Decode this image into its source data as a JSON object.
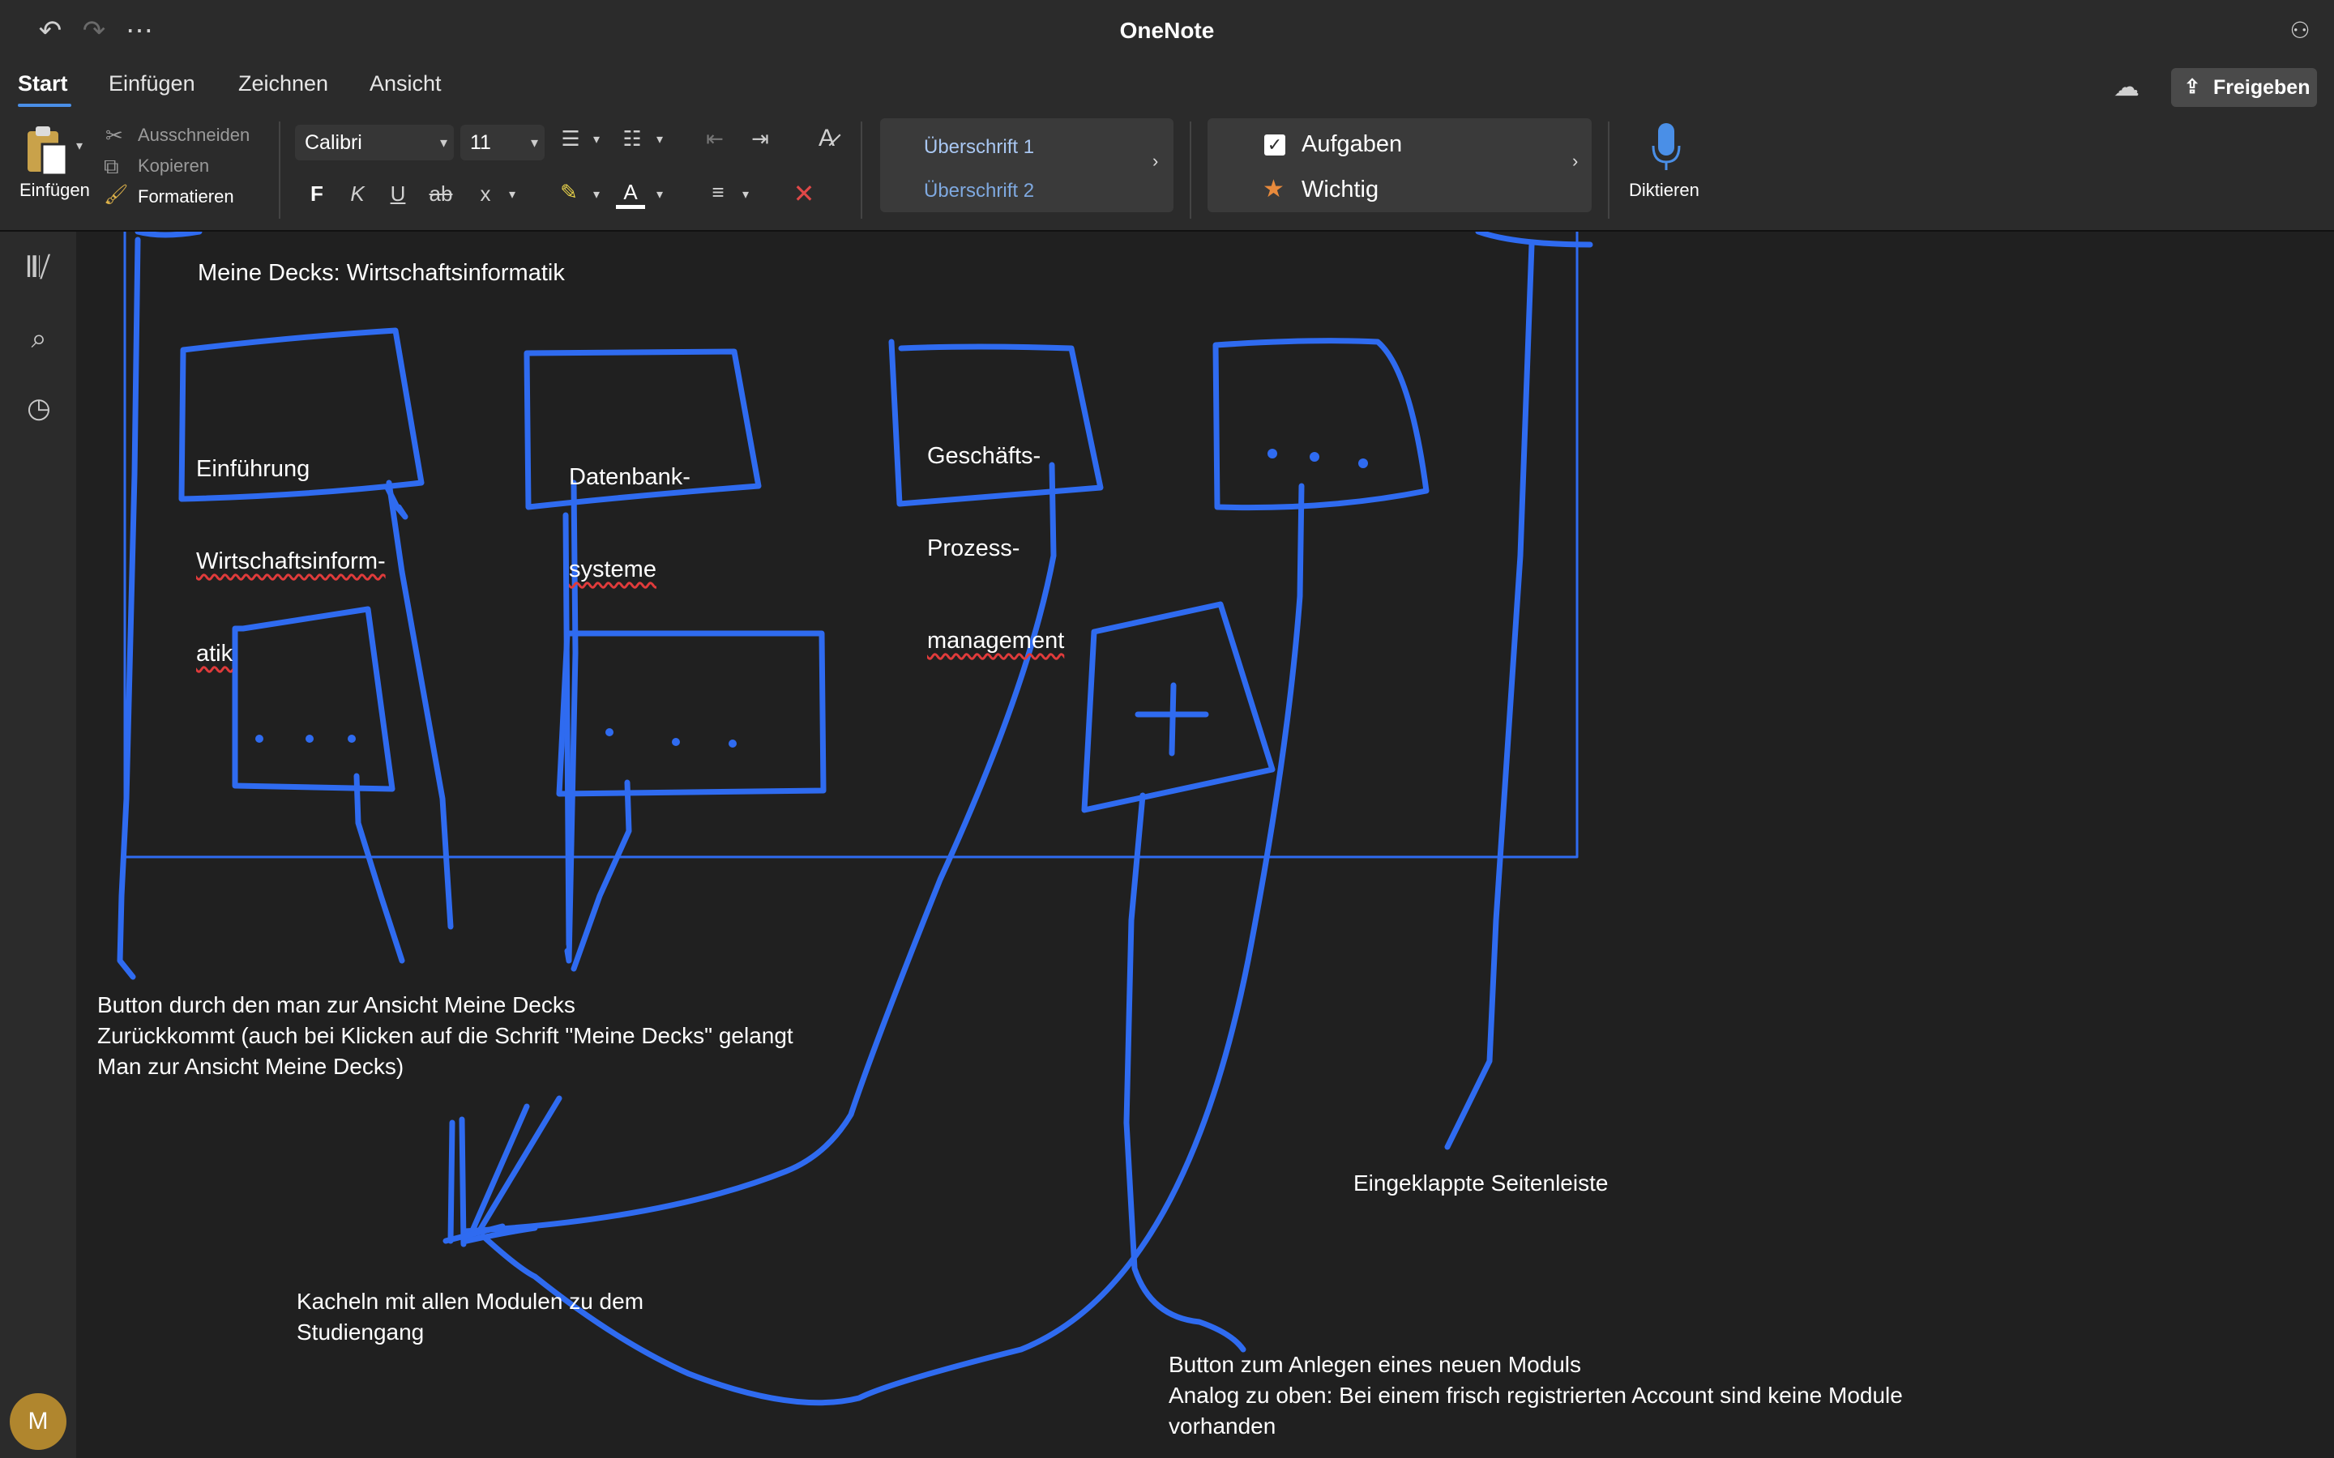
{
  "window": {
    "title": "OneNote"
  },
  "ribbon": {
    "tabs": [
      "Start",
      "Einfügen",
      "Zeichnen",
      "Ansicht"
    ],
    "active_tab": "Start",
    "share_label": "Freigeben"
  },
  "toolbar": {
    "paste_label": "Einfügen",
    "cut_label": "Ausschneiden",
    "copy_label": "Kopieren",
    "format_label": "Formatieren",
    "font_family": "Calibri",
    "font_size": "11",
    "bold_label": "F",
    "italic_label": "K",
    "underline_label": "U",
    "strike_label": "ab",
    "subscript_label": "x",
    "font_color_label": "A",
    "styles": [
      "Überschrift 1",
      "Überschrift 2"
    ],
    "tags": [
      "Aufgaben",
      "Wichtig"
    ],
    "dictate_label": "Diktieren"
  },
  "rail": {
    "avatar_initial": "M"
  },
  "canvas": {
    "page_heading": "Meine Decks: Wirtschaftsinformatik",
    "tiles": [
      {
        "line1": "Einführung",
        "line2": "Wirtschaftsinform-",
        "line3": "atik"
      },
      {
        "line1": "Datenbank-",
        "line2": "systeme"
      },
      {
        "line1": "Geschäfts-",
        "line2": "Prozess-",
        "line3": "management"
      },
      {
        "ellipsis": ". . ."
      }
    ],
    "notes": {
      "back_button": "Button durch den man zur Ansicht Meine Decks\nZurückkommt (auch bei Klicken auf die Schrift \"Meine Decks\" gelangt\nMan zur Ansicht Meine Decks)",
      "tiles_note": "Kacheln mit allen Modulen zu dem\nStudiengang",
      "sidebar_note": "Eingeklappte Seitenleiste",
      "new_module_note": "Button zum Anlegen eines neuen Moduls\nAnalog zu oben: Bei einem frisch registrierten Account sind keine Module\nvorhanden"
    },
    "ink_color": "#2f6bf0"
  }
}
